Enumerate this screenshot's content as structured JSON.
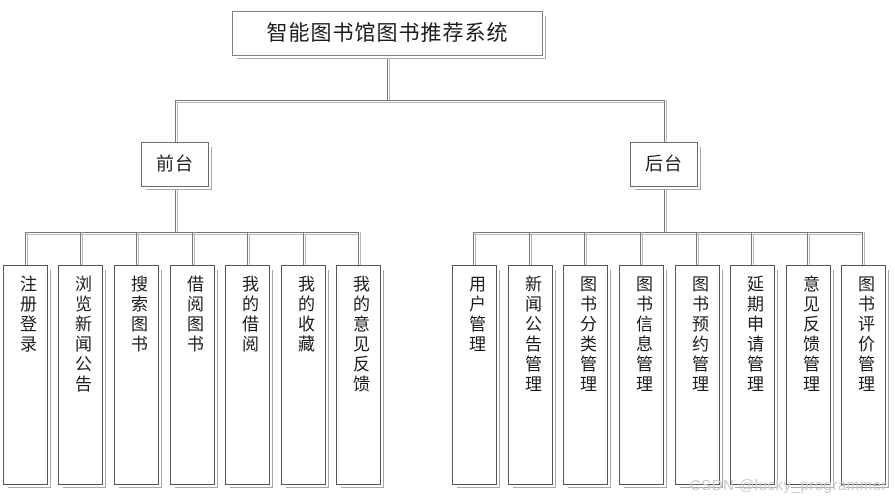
{
  "diagram": {
    "type": "tree",
    "title": "智能图书馆图书推荐系统",
    "watermark": "CSDN @lucky_programmer",
    "colors": {
      "background": "#ffffff",
      "box_border": "#4d4d4d",
      "box_fill": "#ffffff",
      "line": "#767676",
      "shadow": "#a8a8a8",
      "text": "#1c1c1c",
      "watermark": "#c9c9c9"
    },
    "root": {
      "label": "智能图书馆图书推荐系统"
    },
    "branches": [
      {
        "label": "前台",
        "side": "left",
        "leaves": [
          {
            "label": "注册登录"
          },
          {
            "label": "浏览新闻公告"
          },
          {
            "label": "搜索图书"
          },
          {
            "label": "借阅图书"
          },
          {
            "label": "我的借阅"
          },
          {
            "label": "我的收藏"
          },
          {
            "label": "我的意见反馈"
          }
        ]
      },
      {
        "label": "后台",
        "side": "right",
        "leaves": [
          {
            "label": "用户管理"
          },
          {
            "label": "新闻公告管理"
          },
          {
            "label": "图书分类管理"
          },
          {
            "label": "图书信息管理"
          },
          {
            "label": "图书预约管理"
          },
          {
            "label": "延期申请管理"
          },
          {
            "label": "意见反馈管理"
          },
          {
            "label": "图书评价管理"
          }
        ]
      }
    ]
  }
}
